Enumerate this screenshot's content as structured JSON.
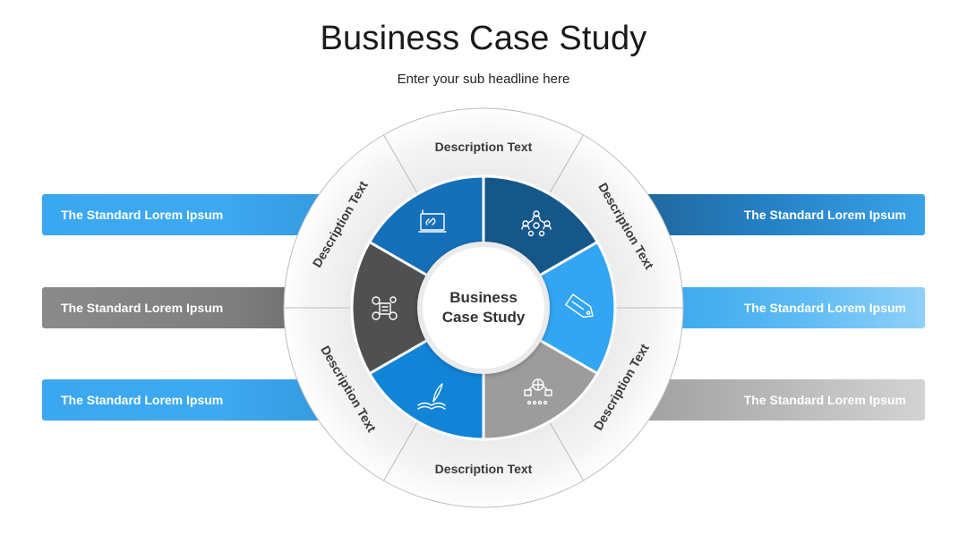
{
  "title": "Business Case Study",
  "subtitle": "Enter your sub headline here",
  "center_label": [
    "Business",
    "Case Study"
  ],
  "bars": {
    "left_top": "The Standard Lorem Ipsum",
    "left_middle": "The Standard Lorem Ipsum",
    "left_bottom": "The Standard Lorem Ipsum",
    "right_top": "The Standard Lorem Ipsum",
    "right_middle": "The Standard Lorem Ipsum",
    "right_bottom": "The Standard Lorem Ipsum"
  },
  "ring_labels": {
    "top": "Description Text",
    "top_right": "Description Text",
    "bottom_right": "Description Text",
    "bottom": "Description Text",
    "bottom_left": "Description Text",
    "top_left": "Description Text"
  },
  "segments": [
    {
      "name": "top-right",
      "color": "#16578a",
      "icon": "team-network-icon"
    },
    {
      "name": "right",
      "color": "#33a6f3",
      "icon": "brand-tag-icon"
    },
    {
      "name": "bottom-right",
      "color": "#9c9c9c",
      "icon": "global-workflow-icon"
    },
    {
      "name": "bottom-left",
      "color": "#1184d8",
      "icon": "book-quill-icon"
    },
    {
      "name": "left",
      "color": "#505050",
      "icon": "idea-process-icon"
    },
    {
      "name": "top-left",
      "color": "#1570b9",
      "icon": "monitor-link-icon"
    }
  ]
}
